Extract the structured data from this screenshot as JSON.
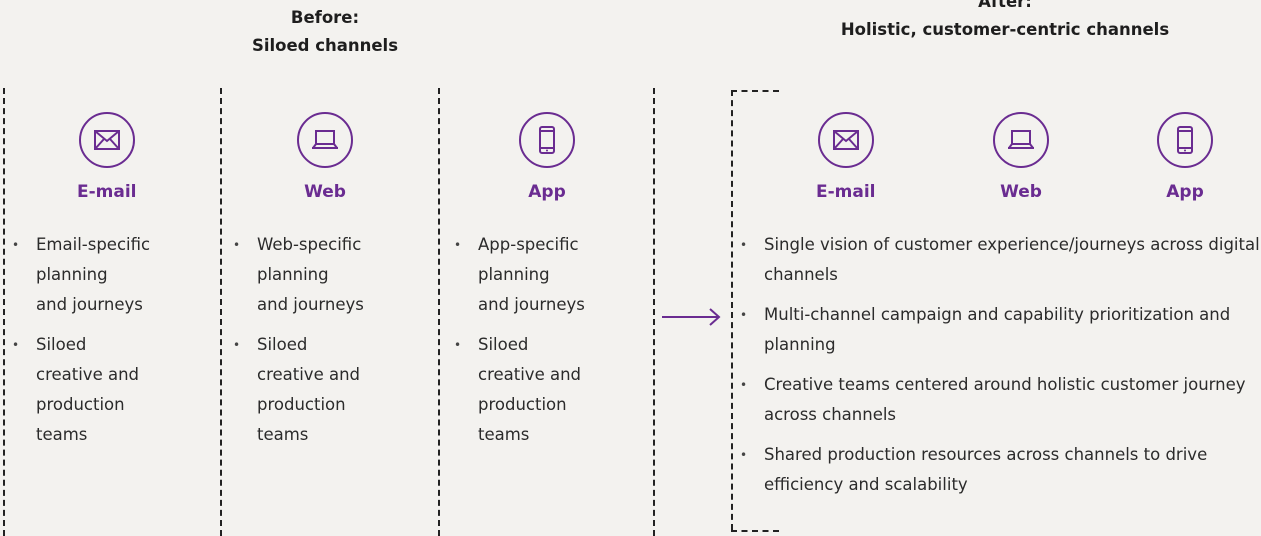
{
  "before": {
    "heading": [
      "Before:",
      "Siloed channels"
    ],
    "columns": [
      {
        "channel": "E-mail",
        "icon": "envelope-icon",
        "bullets": [
          [
            "Email-specific",
            "planning",
            "and journeys"
          ],
          [
            "Siloed",
            "creative and",
            "production teams"
          ]
        ]
      },
      {
        "channel": "Web",
        "icon": "laptop-icon",
        "bullets": [
          [
            "Web-specific",
            "planning",
            "and journeys"
          ],
          [
            "Siloed",
            "creative and",
            "production teams"
          ]
        ]
      },
      {
        "channel": "App",
        "icon": "smartphone-icon",
        "bullets": [
          [
            "App-specific",
            "planning",
            "and journeys"
          ],
          [
            "Siloed",
            "creative and",
            "production teams"
          ]
        ]
      }
    ]
  },
  "after": {
    "heading": [
      "After:",
      "Holistic, customer-centric channels"
    ],
    "channels": [
      {
        "channel": "E-mail",
        "icon": "envelope-icon"
      },
      {
        "channel": "Web",
        "icon": "laptop-icon"
      },
      {
        "channel": "App",
        "icon": "smartphone-icon"
      }
    ],
    "bullets": [
      "Single vision of customer experience/journeys across digital channels",
      "Multi-channel campaign and capability prioritization and planning",
      "Creative teams centered around holistic customer journey across channels",
      "Shared production resources across channels to drive efficiency and scalability"
    ]
  },
  "colors": {
    "accent": "#6a2c91",
    "text": "#2b2b2b",
    "background": "#f3f2ef"
  }
}
